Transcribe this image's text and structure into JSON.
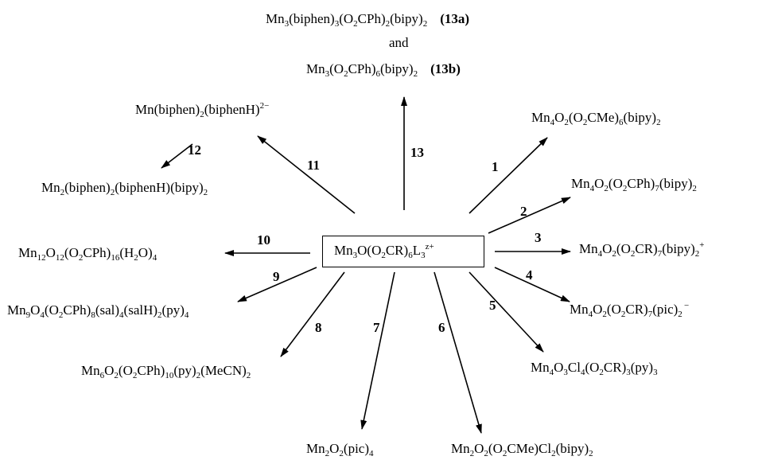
{
  "center": {
    "formula": "Mn₃O(O₂CR)₆L₃",
    "charge": "z+"
  },
  "top": {
    "line1": {
      "formula": "Mn₃(biphen)₃(O₂CPh)₂(bipy)₂",
      "tag": "(13a)"
    },
    "and": "and",
    "line2": {
      "formula": "Mn₃(O₂CPh)₆(bipy)₂",
      "tag": "(13b)"
    }
  },
  "products": {
    "p1": "Mn₄O₂(O₂CMe)₆(bipy)₂",
    "p2": "Mn₄O₂(O₂CPh)₇(bipy)₂",
    "p3": "Mn₄O₂(O₂CR)₇(bipy)₂⁺",
    "p4": "Mn₄O₂(O₂CR)₇(pic)₂⁻",
    "p5": "Mn₄O₃Cl₄(O₂CR)₃(py)₃",
    "p6": "Mn₂O₂(O₂CMe)Cl₂(bipy)₂",
    "p7": "Mn₂O₂(pic)₄",
    "p8": "Mn₆O₂(O₂CPh)₁₀(py)₂(MeCN)₂",
    "p9": "Mn₉O₄(O₂CPh)₈(sal)₄(salH)₂(py)₄",
    "p10": "Mn₁₂O₁₂(O₂CPh)₁₆(H₂O)₄",
    "p11": "Mn(biphen)₂(biphenH)²⁻",
    "p12": "Mn₂(biphen)₂(biphenH)(bipy)₂"
  },
  "arrow_numbers": [
    "1",
    "2",
    "3",
    "4",
    "5",
    "6",
    "7",
    "8",
    "9",
    "10",
    "11",
    "12",
    "13"
  ]
}
